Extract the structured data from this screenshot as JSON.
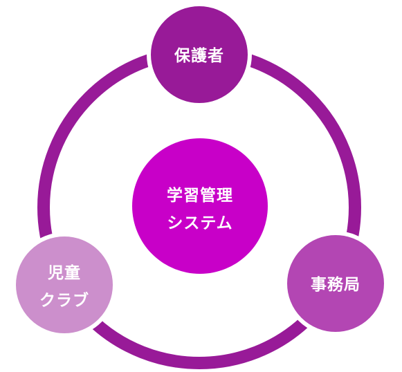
{
  "diagram": {
    "center": {
      "line1": "学習管理",
      "line2": "システム",
      "color": "#c800c8"
    },
    "nodes": {
      "top": {
        "label": "保護者",
        "color": "#981a98"
      },
      "right": {
        "label": "事務局",
        "color": "#b346b3"
      },
      "left": {
        "line1": "児童",
        "line2": "クラブ",
        "color": "#cc8fcc"
      }
    },
    "ring_color": "#981a98"
  }
}
